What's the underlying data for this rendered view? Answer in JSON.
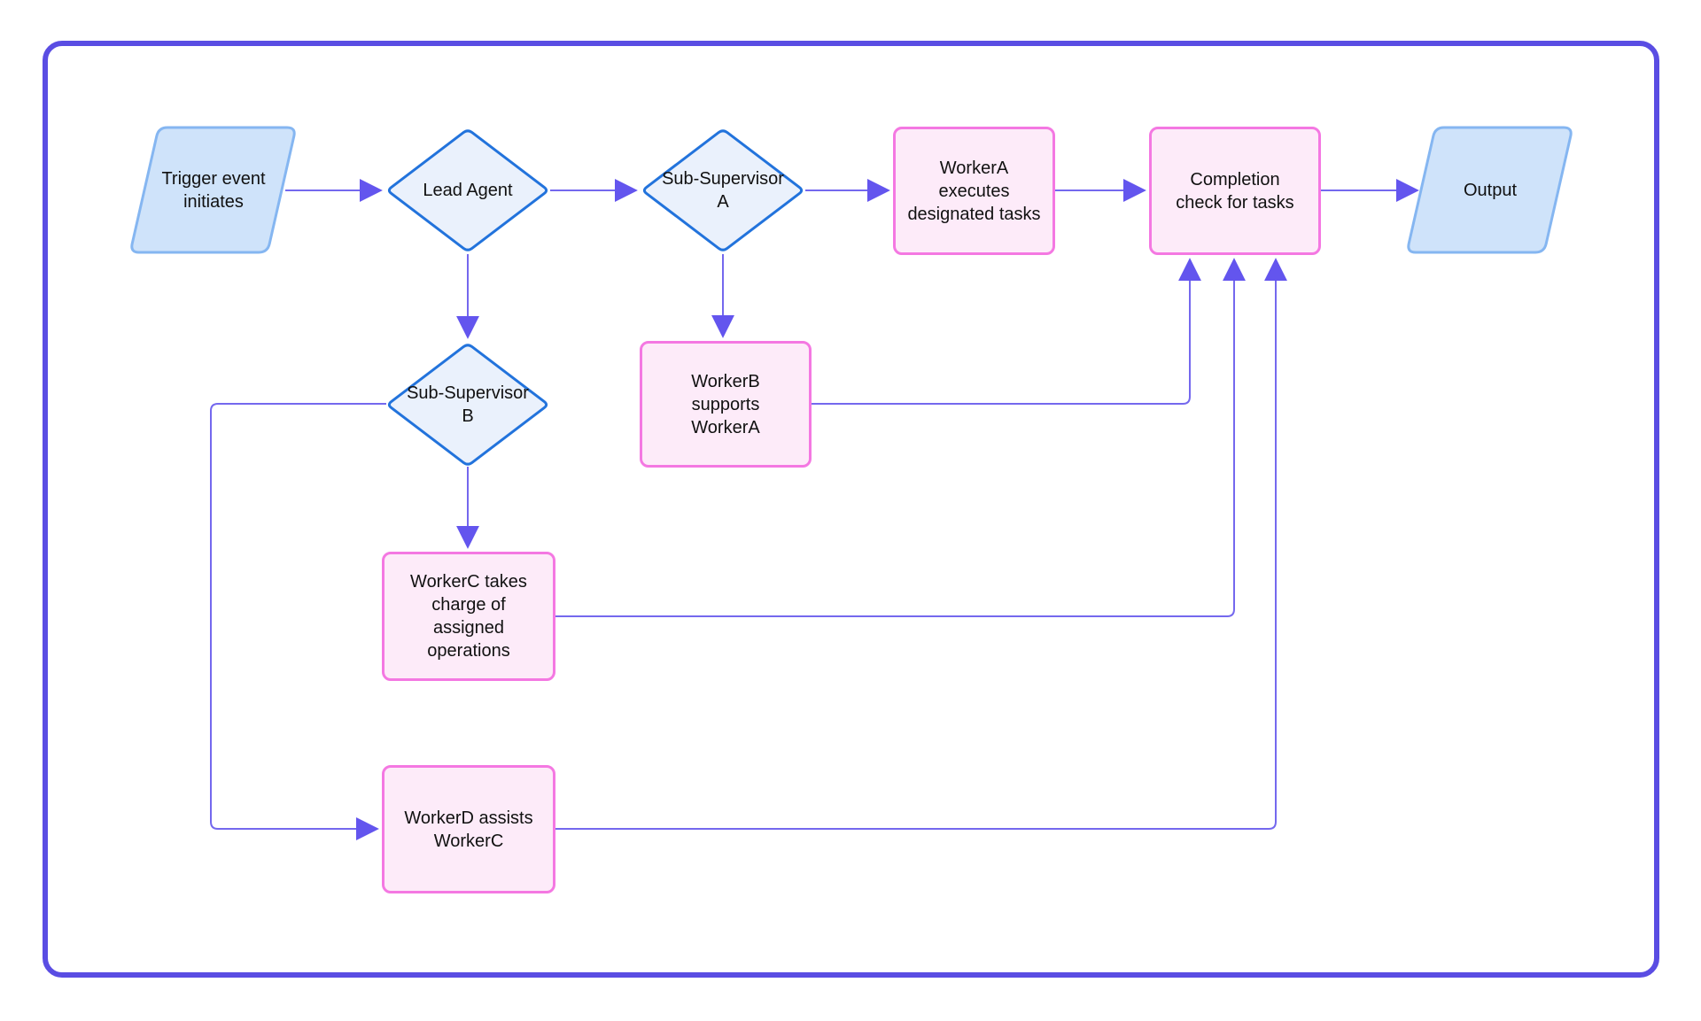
{
  "diagram": {
    "type": "flowchart",
    "nodes": [
      {
        "id": "trigger",
        "shape": "parallelogram",
        "label": "Trigger event initiates"
      },
      {
        "id": "lead-agent",
        "shape": "diamond",
        "label": "Lead Agent"
      },
      {
        "id": "sub-supervisor-a",
        "shape": "diamond",
        "label": "Sub-Supervisor A"
      },
      {
        "id": "worker-a",
        "shape": "rounded-rect",
        "label": "WorkerA executes designated tasks"
      },
      {
        "id": "completion-check",
        "shape": "rounded-rect",
        "label": "Completion check for tasks"
      },
      {
        "id": "output",
        "shape": "parallelogram",
        "label": "Output"
      },
      {
        "id": "sub-supervisor-b",
        "shape": "diamond",
        "label": "Sub-Supervisor B"
      },
      {
        "id": "worker-b",
        "shape": "rounded-rect",
        "label": "WorkerB supports WorkerA"
      },
      {
        "id": "worker-c",
        "shape": "rounded-rect",
        "label": "WorkerC takes charge of assigned operations"
      },
      {
        "id": "worker-d",
        "shape": "rounded-rect",
        "label": "WorkerD assists WorkerC"
      }
    ],
    "edges": [
      {
        "from": "trigger",
        "to": "lead-agent"
      },
      {
        "from": "lead-agent",
        "to": "sub-supervisor-a"
      },
      {
        "from": "sub-supervisor-a",
        "to": "worker-a"
      },
      {
        "from": "worker-a",
        "to": "completion-check"
      },
      {
        "from": "completion-check",
        "to": "output"
      },
      {
        "from": "lead-agent",
        "to": "sub-supervisor-b"
      },
      {
        "from": "sub-supervisor-a",
        "to": "worker-b"
      },
      {
        "from": "sub-supervisor-b",
        "to": "worker-c"
      },
      {
        "from": "sub-supervisor-b",
        "to": "worker-d"
      },
      {
        "from": "worker-b",
        "to": "completion-check"
      },
      {
        "from": "worker-c",
        "to": "completion-check"
      },
      {
        "from": "worker-d",
        "to": "completion-check"
      }
    ],
    "colors": {
      "edge": "#7468ee",
      "arrow": "#6355ee",
      "diamond-stroke": "#2273dc",
      "diamond-fill": "#eaf1fc",
      "para-stroke": "#85b6f1",
      "para-fill": "#cfe3fa",
      "pink-stroke": "#f478e2",
      "pink-fill": "#fdebf9",
      "frame": "#5a4de3",
      "text": "#111111",
      "bg": "#ffffff"
    }
  }
}
